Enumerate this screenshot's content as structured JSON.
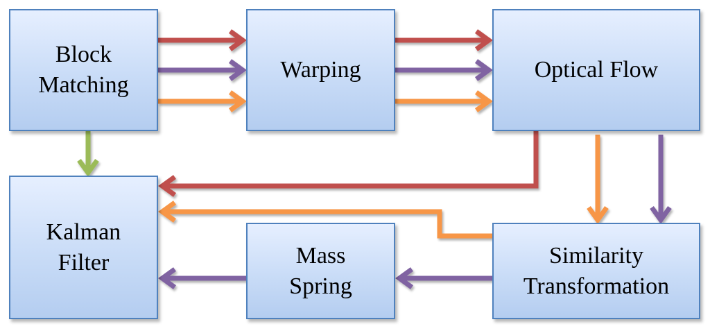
{
  "blocks": {
    "block_matching": {
      "line1": "Block",
      "line2": "Matching"
    },
    "warping": {
      "label": "Warping"
    },
    "optical_flow": {
      "label": "Optical Flow"
    },
    "kalman_filter": {
      "line1": "Kalman",
      "line2": "Filter"
    },
    "mass_spring": {
      "line1": "Mass",
      "line2": "Spring"
    },
    "similarity_transformation": {
      "line1": "Similarity",
      "line2": "Transformation"
    }
  },
  "colors": {
    "red": "#c0504d",
    "purple": "#8064a2",
    "orange": "#f79646",
    "green": "#9bbb59",
    "box_border": "#4f81bd"
  }
}
